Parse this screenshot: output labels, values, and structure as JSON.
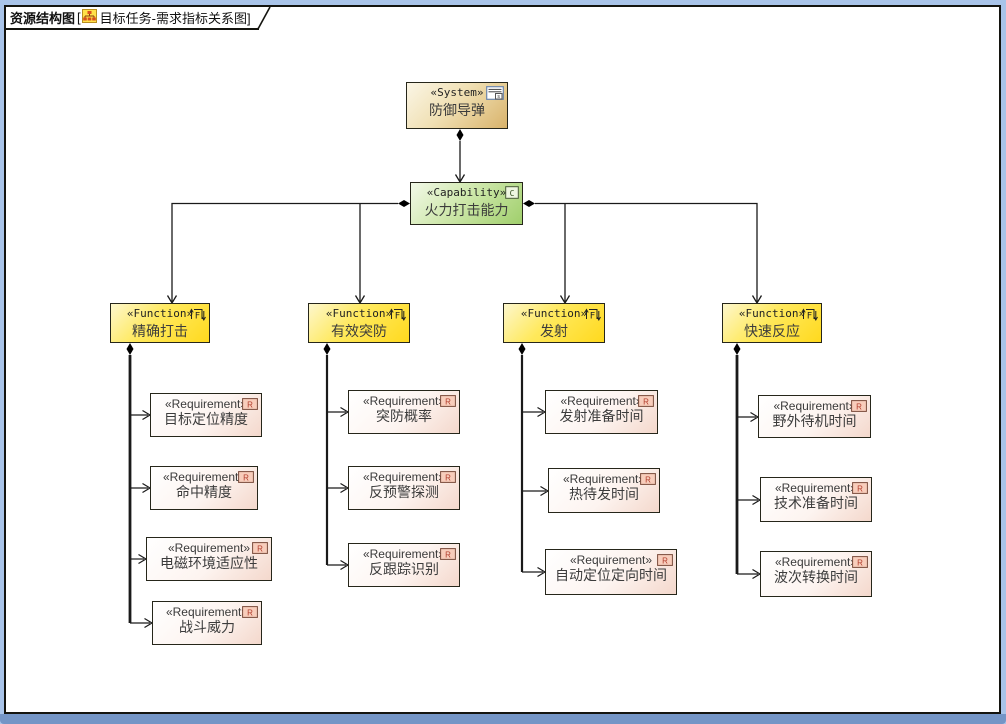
{
  "window": {
    "frame_color": "#a9c4e9",
    "bottom_scroll_color": "#7495c6"
  },
  "tab": {
    "title": "资源结构图",
    "open_bracket": "[",
    "icon": "hierarchy-diagram-icon",
    "diagram_name": "目标任务-需求指标关系图]"
  },
  "diagram": {
    "system": {
      "stereotype": "«System»",
      "name": "防御导弹",
      "icon": "system-icon"
    },
    "capability": {
      "stereotype": "«Capability»",
      "name": "火力打击能力",
      "icon": "capability-icon"
    },
    "requirement_stereotype": "«Requirement»",
    "functions": [
      {
        "stereotype": "«Function»",
        "name": "精确打击",
        "requirements": [
          "目标定位精度",
          "命中精度",
          "电磁环境适应性",
          "战斗威力"
        ]
      },
      {
        "stereotype": "«Function»",
        "name": "有效突防",
        "requirements": [
          "突防概率",
          "反预警探测",
          "反跟踪识别"
        ]
      },
      {
        "stereotype": "«Function»",
        "name": "发射",
        "requirements": [
          "发射准备时间",
          "热待发时间",
          "自动定位定向时间"
        ]
      },
      {
        "stereotype": "«Function»",
        "name": "快速反应",
        "requirements": [
          "野外待机时间",
          "技术准备时间",
          "波次转换时间"
        ]
      }
    ],
    "colors": {
      "system_fill_top": "#fbf6e6",
      "system_fill_bottom": "#d9b36b",
      "capability_fill_top": "#f2f9e8",
      "capability_fill_bottom": "#a0cf6c",
      "function_fill_top": "#fdf7cd",
      "function_fill_bottom": "#ffd91e",
      "requirement_fill_top": "#ffffff",
      "requirement_fill_bottom": "#f4d8cc",
      "requirement_badge_fill": "#f8cdbb",
      "requirement_badge_letter": "#b03a2a",
      "connector": "#1a1a1a"
    }
  }
}
